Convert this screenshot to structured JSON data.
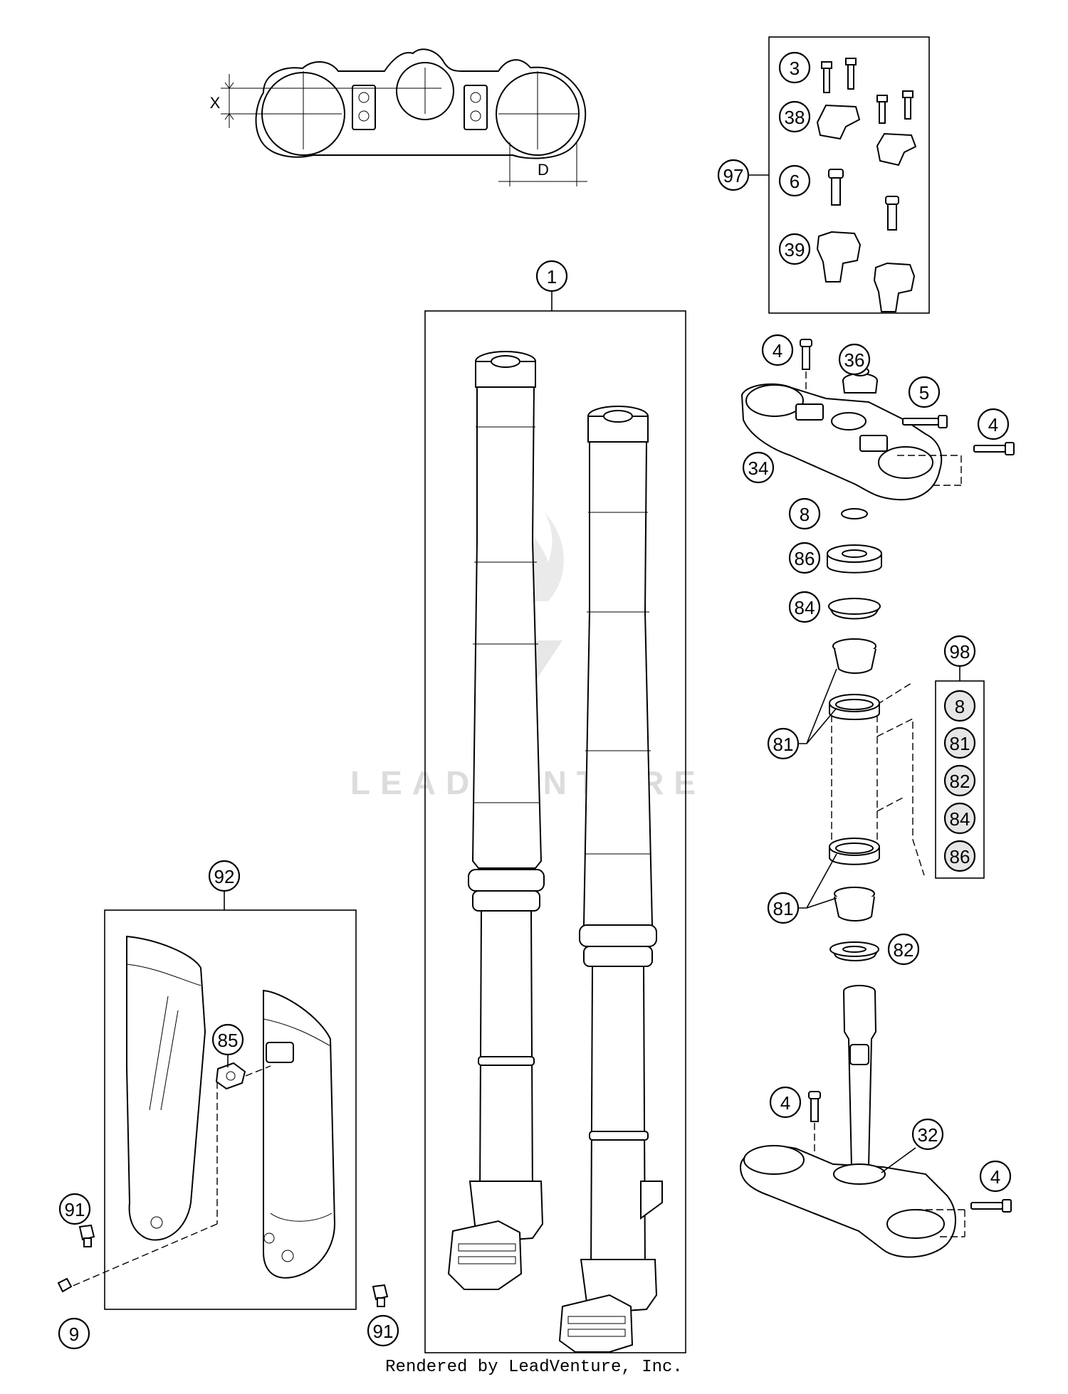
{
  "dimension_labels": {
    "x": "X",
    "d": "D"
  },
  "callouts": {
    "c1": "1",
    "c3": "3",
    "c38": "38",
    "c97": "97",
    "c6": "6",
    "c39": "39",
    "c4a": "4",
    "c36": "36",
    "c5": "5",
    "c4b": "4",
    "c34": "34",
    "c8": "8",
    "c86": "86",
    "c84": "84",
    "c98": "98",
    "c81a": "81",
    "c81b": "81",
    "c82": "82",
    "c92": "92",
    "c85": "85",
    "c91a": "91",
    "c91b": "91",
    "c9": "9",
    "c4c": "4",
    "c32": "32",
    "c4d": "4"
  },
  "kit_98_items": [
    "8",
    "81",
    "82",
    "84",
    "86"
  ],
  "watermark": "LEADVENTURE",
  "footer": "Rendered by LeadVenture, Inc."
}
